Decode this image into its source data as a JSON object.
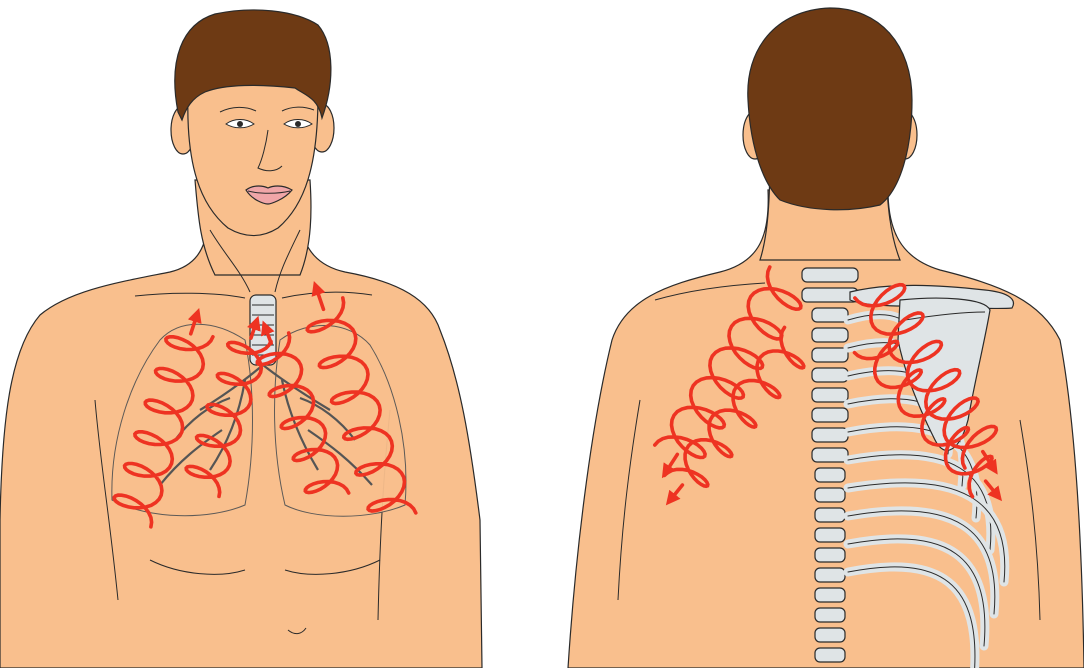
{
  "figure": {
    "panels": [
      {
        "view": "front",
        "subject": "torso-anterior",
        "arrow_direction": "upward"
      },
      {
        "view": "back",
        "subject": "torso-posterior",
        "arrow_direction": "outward"
      }
    ],
    "colors": {
      "background": "#ffffff",
      "skin": "#f9bf8d",
      "hair": "#6e3a14",
      "outline": "#2a2a2a",
      "bone": "#dfe4e6",
      "lips": "#f0a6a8",
      "spiral": "#ee3322",
      "lung_detail": "#555555"
    }
  }
}
